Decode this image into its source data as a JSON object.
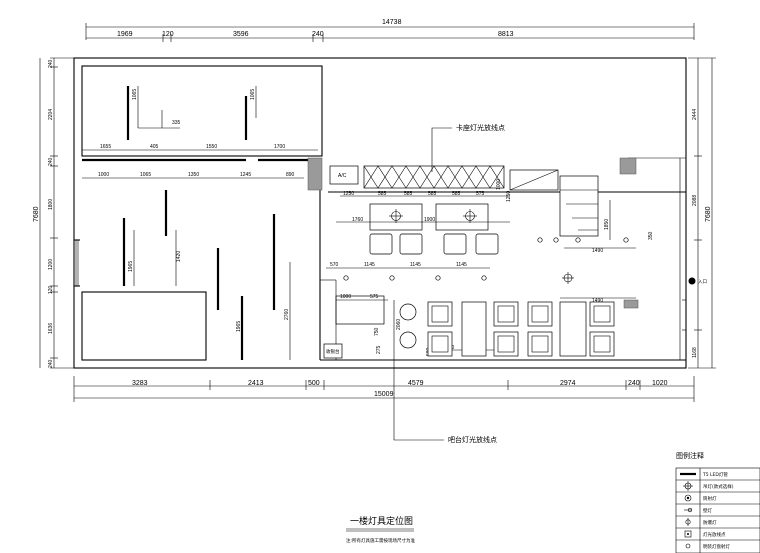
{
  "drawing": {
    "title": "一楼灯具定位图",
    "subtitle": "注:所有灯具施工需按现场尺寸为准"
  },
  "annotations": {
    "callout_top": "卡座灯光放线点",
    "callout_bottom": "吧台灯光放线点",
    "entrance": "入口",
    "ac_unit": "A/C",
    "counter": "收银台"
  },
  "dimensions": {
    "top_total": "14738",
    "top_segments": [
      "1969",
      "120",
      "3596",
      "240",
      "8813"
    ],
    "bottom_total": "15009",
    "bottom_segments": [
      "3283",
      "2413",
      "500",
      "4579",
      "2974",
      "240",
      "1020"
    ],
    "left_total": "7680",
    "left_segments": [
      "240",
      "2204",
      "240",
      "1800",
      "1200",
      "120",
      "1636",
      "240"
    ],
    "right_total": "7680",
    "right_segments": [
      "2444",
      "2088",
      "1168"
    ],
    "row_upper": [
      "1655",
      "405",
      "1550",
      "1700"
    ],
    "row_lower": [
      "1000",
      "1065",
      "1350",
      "1245",
      "890"
    ],
    "room_upper": [
      "1065",
      "335",
      "1065"
    ],
    "room_lower": [
      "1965",
      "1420",
      "1965",
      "2760"
    ],
    "booth_row": [
      "1250",
      "585",
      "585",
      "585",
      "585",
      "575",
      "1000",
      "1250"
    ],
    "booth_mid": [
      "1760",
      "1900",
      "1850",
      "1490",
      "350"
    ],
    "row_570": [
      "570",
      "1145",
      "1145",
      "1145"
    ],
    "bar_area": [
      "1000",
      "575",
      "750",
      "2060",
      "275",
      "580",
      "660",
      "560",
      "450",
      "1490"
    ]
  },
  "legend": {
    "title": "图例注释",
    "items": [
      {
        "icon": "led-strip-line-icon",
        "label": "T5 LED灯管"
      },
      {
        "icon": "pendant-lamp-icon",
        "label": "吊灯(款式选样)"
      },
      {
        "icon": "down-light-icon",
        "label": "筒射灯"
      },
      {
        "icon": "wall-lamp-icon",
        "label": "壁灯"
      },
      {
        "icon": "spot-light-icon",
        "label": "防爆灯"
      },
      {
        "icon": "light-point-icon",
        "label": "灯光放线点"
      },
      {
        "icon": "misc-icon",
        "label": "明装灯盘射灯"
      }
    ]
  }
}
